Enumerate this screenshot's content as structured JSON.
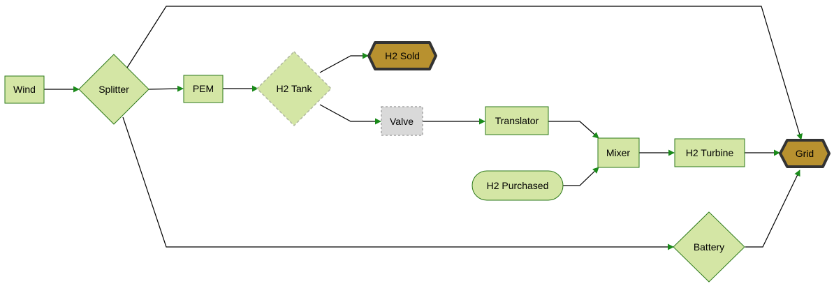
{
  "colors": {
    "node_fill": "#d4e6a5",
    "node_stroke": "#2d7a1a",
    "storage_fill": "#d4e6a5",
    "storage_stroke": "#b0b8a0",
    "valve_fill": "#d9d9d9",
    "valve_stroke": "#a6a6a6",
    "terminal_fill": "#b8912f",
    "terminal_stroke": "#333333",
    "edge": "#000000",
    "arrow": "#1a8a1a"
  },
  "nodes": {
    "wind": {
      "label": "Wind",
      "shape": "rectangle"
    },
    "splitter": {
      "label": "Splitter",
      "shape": "diamond"
    },
    "pem": {
      "label": "PEM",
      "shape": "rectangle"
    },
    "h2_tank": {
      "label": "H2 Tank",
      "shape": "diamond-dashed"
    },
    "h2_sold": {
      "label": "H2 Sold",
      "shape": "hexagon"
    },
    "valve": {
      "label": "Valve",
      "shape": "rectangle-dashed"
    },
    "translator": {
      "label": "Translator",
      "shape": "rectangle"
    },
    "h2_purchased": {
      "label": "H2 Purchased",
      "shape": "stadium"
    },
    "mixer": {
      "label": "Mixer",
      "shape": "rectangle"
    },
    "h2_turbine": {
      "label": "H2 Turbine",
      "shape": "rectangle"
    },
    "grid": {
      "label": "Grid",
      "shape": "hexagon"
    },
    "battery": {
      "label": "Battery",
      "shape": "diamond"
    }
  },
  "edges": [
    {
      "from": "wind",
      "to": "splitter"
    },
    {
      "from": "splitter",
      "to": "pem"
    },
    {
      "from": "splitter",
      "to": "grid"
    },
    {
      "from": "splitter",
      "to": "battery"
    },
    {
      "from": "pem",
      "to": "h2_tank"
    },
    {
      "from": "h2_tank",
      "to": "h2_sold"
    },
    {
      "from": "h2_tank",
      "to": "valve"
    },
    {
      "from": "valve",
      "to": "translator"
    },
    {
      "from": "translator",
      "to": "mixer"
    },
    {
      "from": "h2_purchased",
      "to": "mixer"
    },
    {
      "from": "mixer",
      "to": "h2_turbine"
    },
    {
      "from": "h2_turbine",
      "to": "grid"
    },
    {
      "from": "battery",
      "to": "grid"
    }
  ]
}
